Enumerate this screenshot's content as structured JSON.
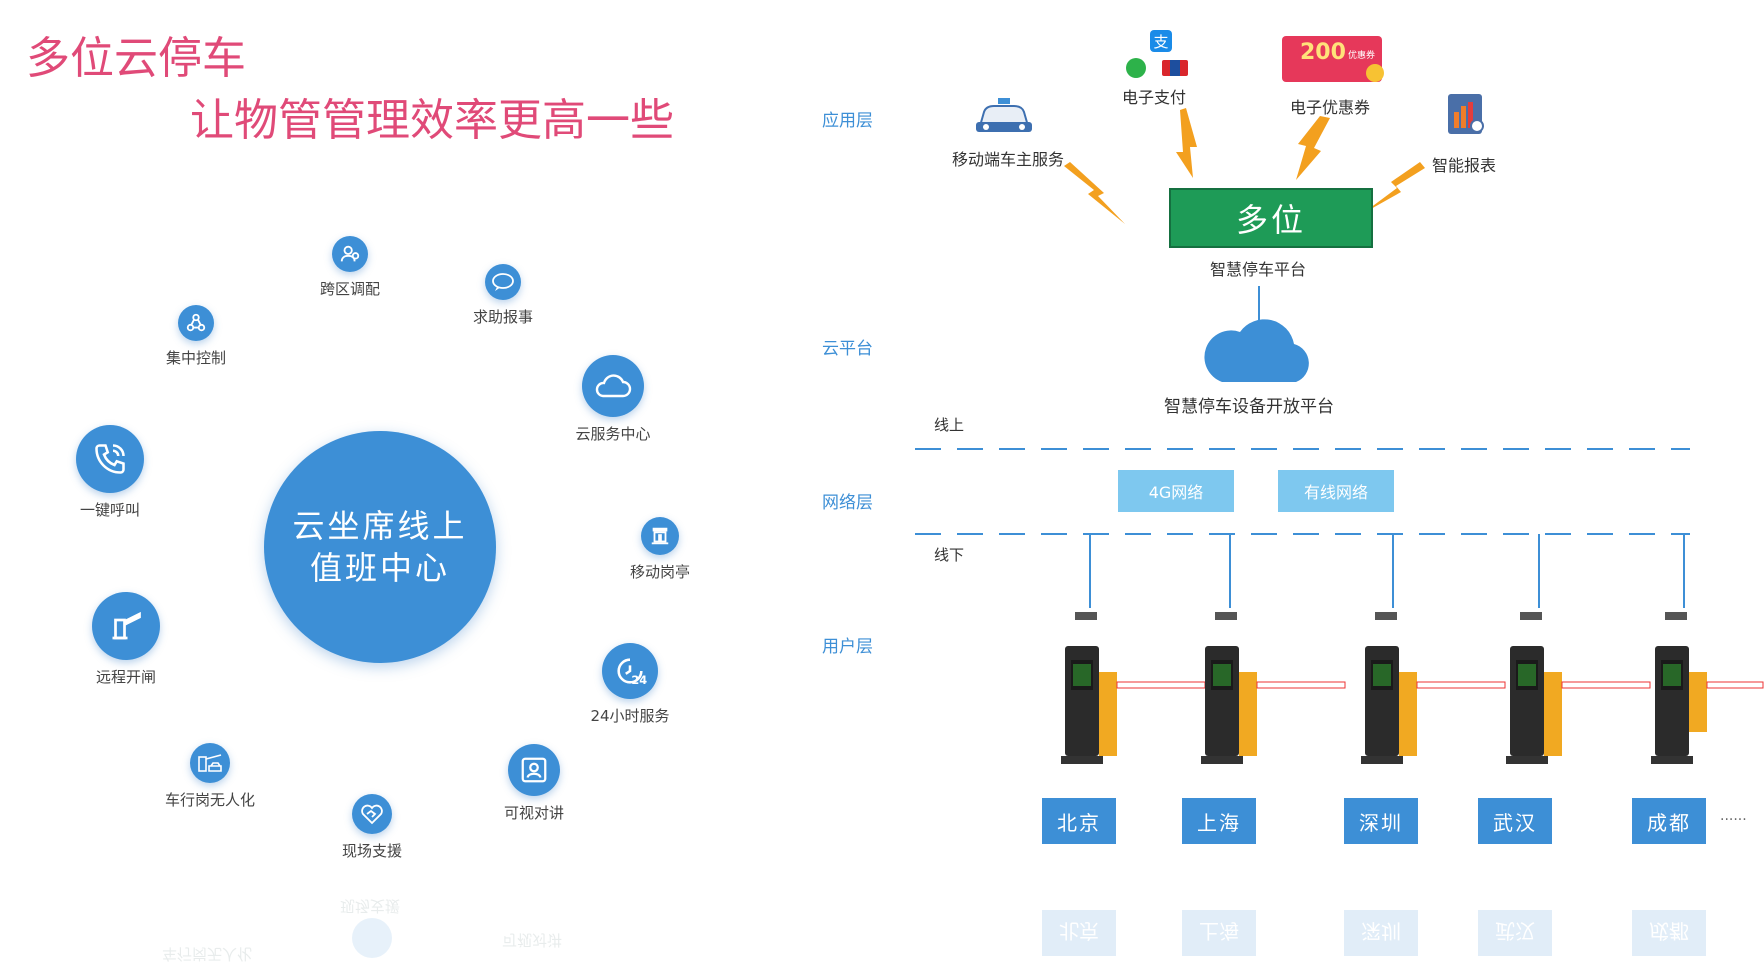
{
  "title": {
    "line1": "多位云停车",
    "line2": "让物管管理效率更高一些"
  },
  "left": {
    "center": {
      "line1": "云坐席线上",
      "line2": "值班中心"
    },
    "services": [
      {
        "label": "跨区调配",
        "icon": "users-icon"
      },
      {
        "label": "求助报事",
        "icon": "chat-help-icon"
      },
      {
        "label": "集中控制",
        "icon": "network-icon"
      },
      {
        "label": "云服务中心",
        "icon": "cloud-icon"
      },
      {
        "label": "一键呼叫",
        "icon": "phone-icon"
      },
      {
        "label": "移动岗亭",
        "icon": "booth-icon"
      },
      {
        "label": "远程开闸",
        "icon": "gate-remote-icon"
      },
      {
        "label": "24小时服务",
        "icon": "clock-24-icon"
      },
      {
        "label": "车行岗无人化",
        "icon": "car-booth-icon"
      },
      {
        "label": "可视对讲",
        "icon": "intercom-icon"
      },
      {
        "label": "现场支援",
        "icon": "handshake-icon"
      }
    ],
    "reflection": {
      "a": "现场支援",
      "b": "车行岗无人化",
      "c": "可视对讲"
    }
  },
  "right": {
    "layers": {
      "app": "应用层",
      "cloud": "云平台",
      "network": "网络层",
      "user": "用户层"
    },
    "apps": {
      "mobile": "移动端车主服务",
      "payment": "电子支付",
      "coupon": "电子优惠券",
      "coupon_amount": "200",
      "coupon_sub": "优惠券",
      "report": "智能报表"
    },
    "platform": {
      "name": "多位",
      "caption": "智慧停车平台"
    },
    "cloud_platform": "智慧停车设备开放平台",
    "online": "线上",
    "offline": "线下",
    "networks": [
      "4G网络",
      "有线网络"
    ],
    "cities": [
      "北京",
      "上海",
      "深圳",
      "武汉",
      "成都"
    ],
    "more": "......",
    "colors": {
      "accent": "#3d8fd6",
      "title": "#e04a78",
      "platform": "#1e9b57",
      "bolt": "#f3a01f"
    }
  }
}
